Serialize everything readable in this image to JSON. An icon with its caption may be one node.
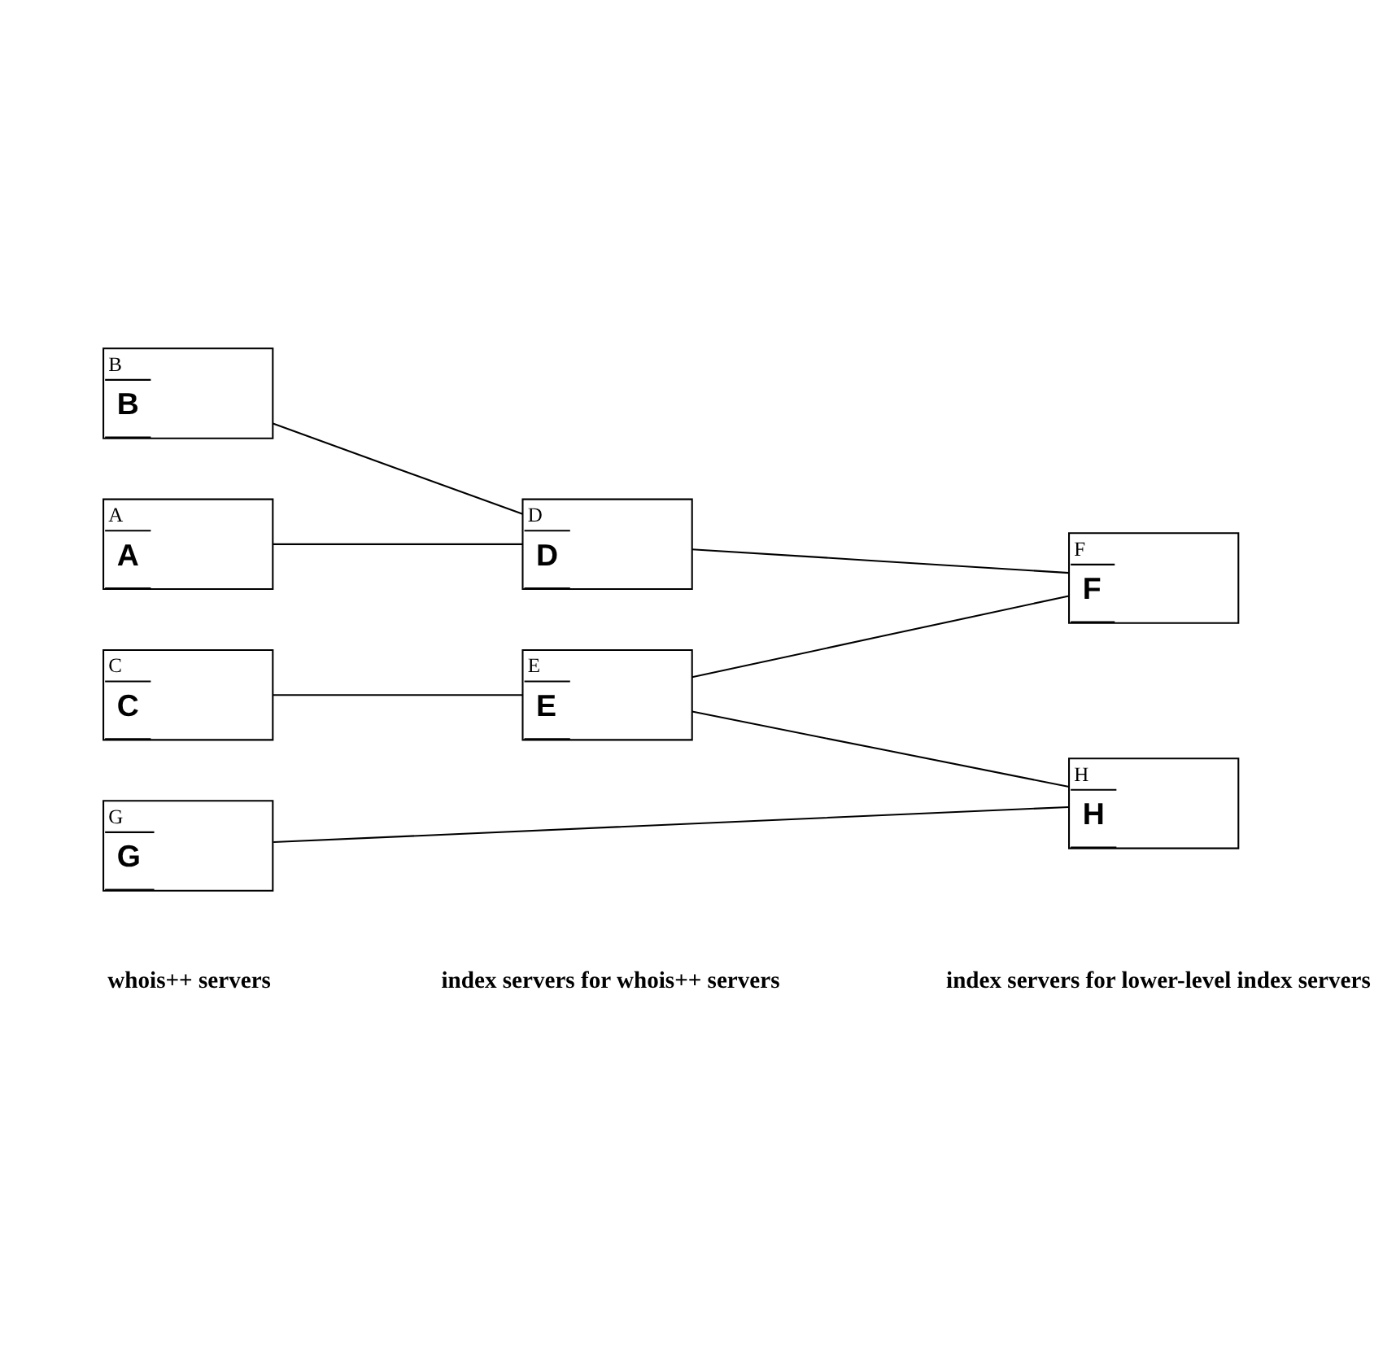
{
  "diagram": {
    "nodes": [
      {
        "text": [
          "A",
          "A"
        ]
      },
      {
        "text": [
          "B",
          "B"
        ]
      },
      {
        "text": [
          "C",
          "C"
        ]
      },
      {
        "text": [
          "G",
          "G"
        ]
      },
      {
        "text": [
          "D",
          "D"
        ]
      },
      {
        "text": [
          "E",
          "E"
        ]
      },
      {
        "text": [
          "F",
          "F"
        ]
      },
      {
        "text": [
          "H",
          "H"
        ]
      }
    ],
    "edges": [
      {
        "from": 0,
        "to": 4,
        "arrow": "none"
      },
      {
        "from": 1,
        "to": 4,
        "arrow": "none"
      },
      {
        "from": 4,
        "to": 6,
        "arrow": "none"
      },
      {
        "from": 5,
        "to": 6,
        "arrow": "none"
      },
      {
        "from": 2,
        "to": 5,
        "arrow": "none"
      },
      {
        "from": 5,
        "to": 7,
        "arrow": "none"
      },
      {
        "from": 3,
        "to": 7,
        "arrow": "none"
      }
    ],
    "labels": [
      "whois++ servers",
      "index servers for whois++ servers",
      "index servers for lower-level index servers"
    ]
  }
}
